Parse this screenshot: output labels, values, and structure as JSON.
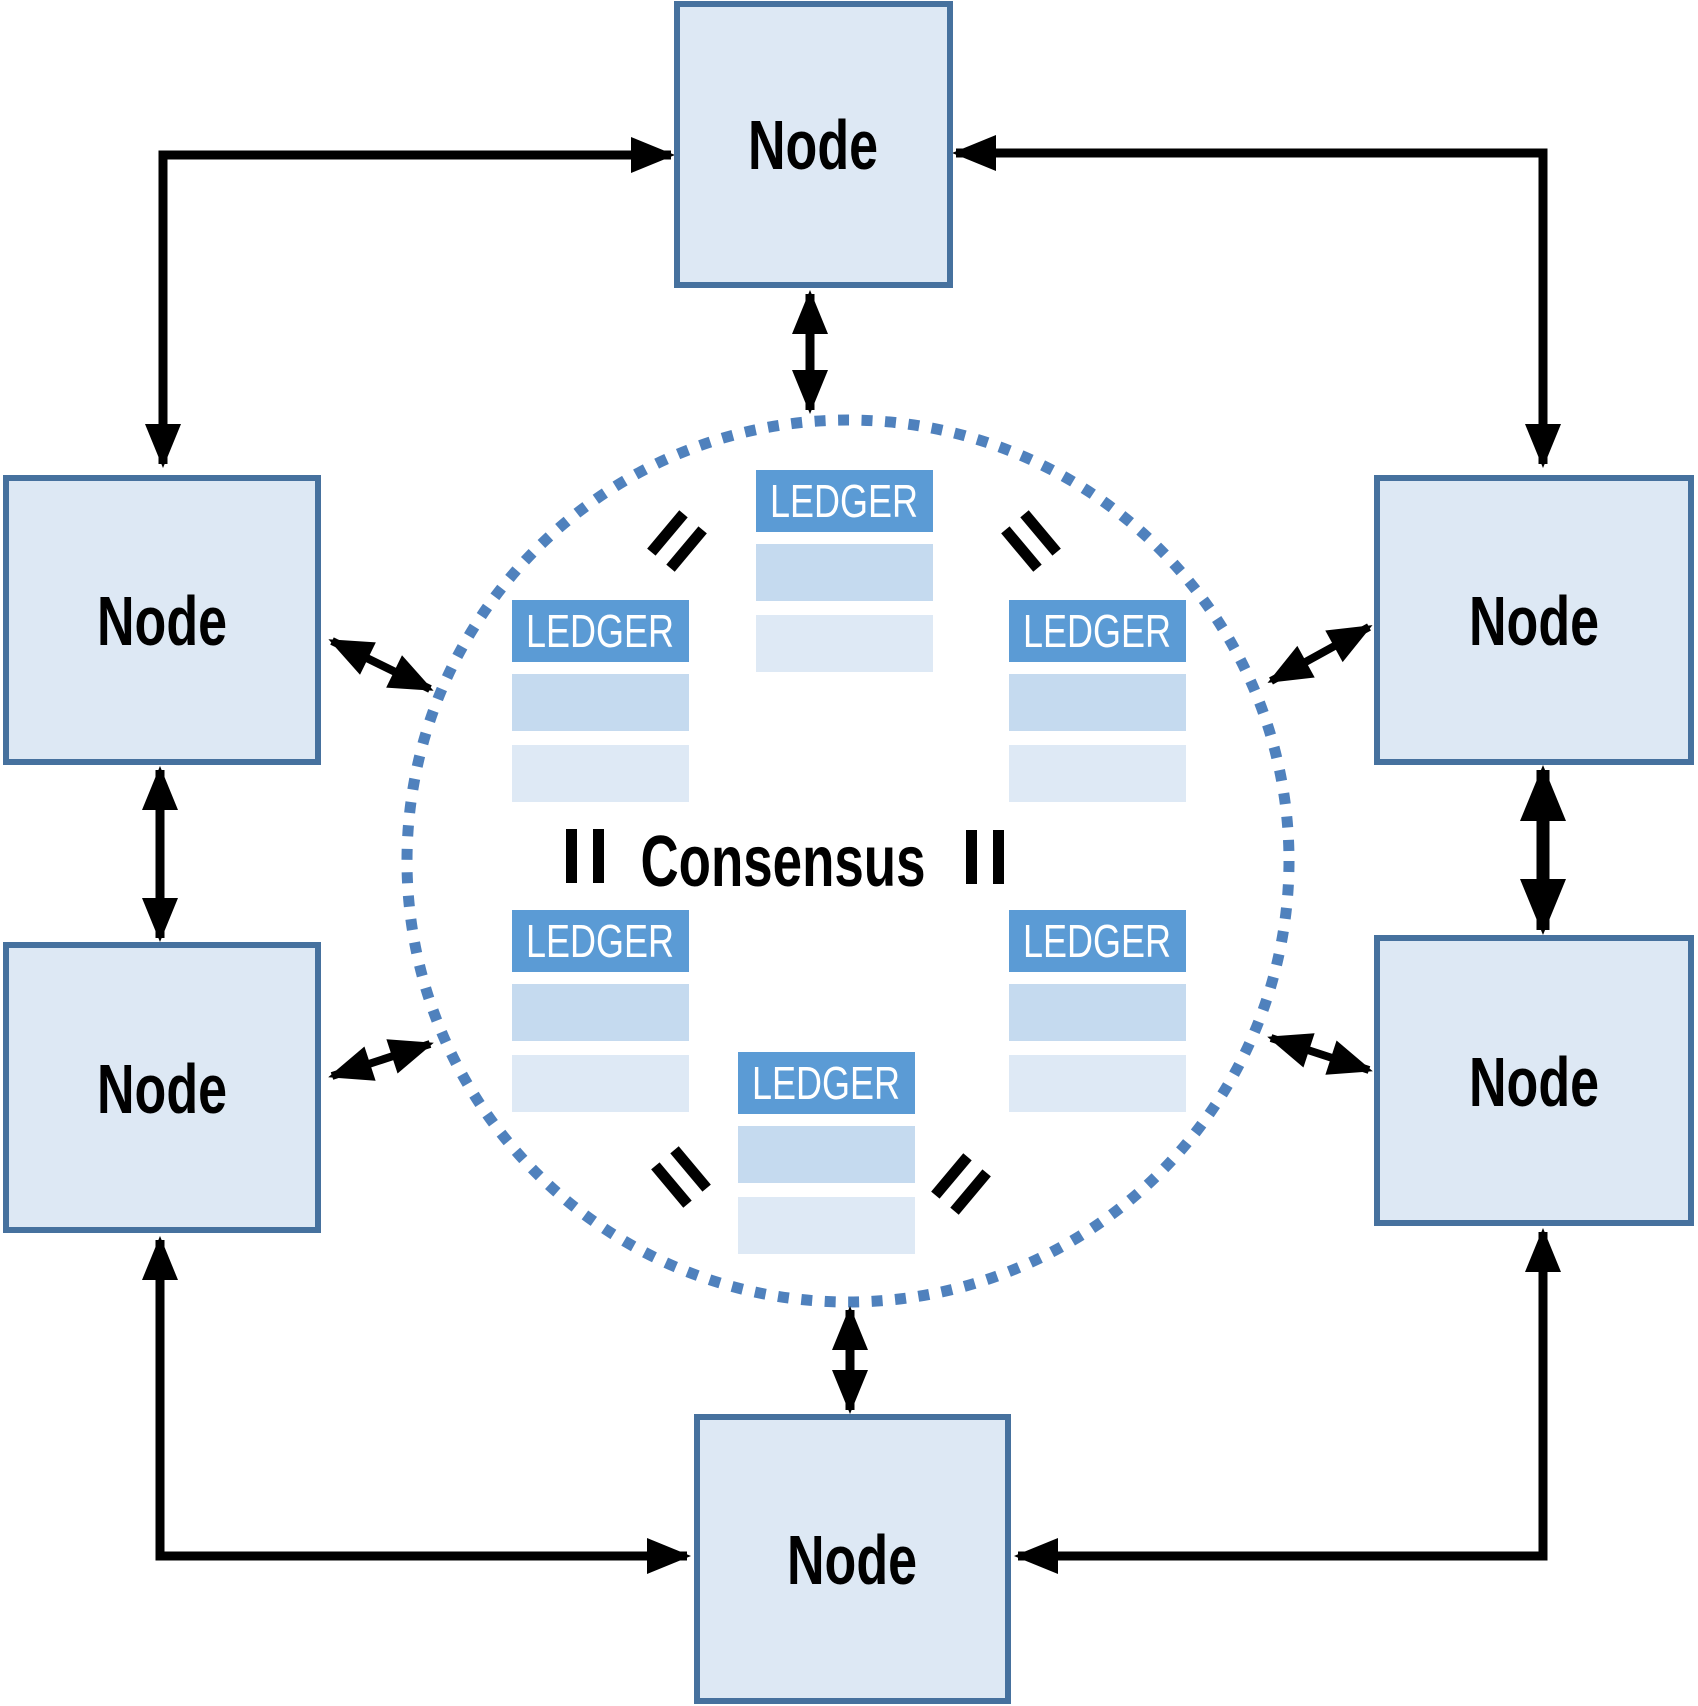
{
  "diagram": {
    "type": "peer-to-peer-consensus-network",
    "node_count": 6,
    "ledger_count": 6
  },
  "nodes": [
    {
      "position": "top-center",
      "label": "Node"
    },
    {
      "position": "upper-left",
      "label": "Node"
    },
    {
      "position": "upper-right",
      "label": "Node"
    },
    {
      "position": "lower-left",
      "label": "Node"
    },
    {
      "position": "lower-right",
      "label": "Node"
    },
    {
      "position": "bottom-center",
      "label": "Node"
    }
  ],
  "ledgers": [
    {
      "position": "top-center",
      "label": "LEDGER"
    },
    {
      "position": "upper-left",
      "label": "LEDGER"
    },
    {
      "position": "upper-right",
      "label": "LEDGER"
    },
    {
      "position": "lower-left",
      "label": "LEDGER"
    },
    {
      "position": "lower-right",
      "label": "LEDGER"
    },
    {
      "position": "bottom-center",
      "label": "LEDGER"
    }
  ],
  "center": {
    "consensus_label": "Consensus",
    "equals_sign_count": 6
  },
  "colors": {
    "node_fill": "#dde8f4",
    "node_border": "#46719e",
    "ledger_header": "#5b9bd5",
    "ledger_row_medium": "#c5daef",
    "ledger_row_light": "#dee9f5",
    "circle_dots": "#4f81bd",
    "arrows": "#000000",
    "node_text": "#000000",
    "ledger_text": "#ffffff"
  }
}
